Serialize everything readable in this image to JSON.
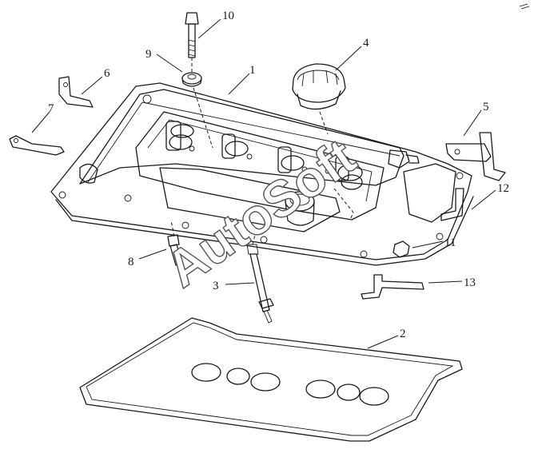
{
  "diagram": {
    "callouts": [
      {
        "id": "callout-1",
        "label": "1"
      },
      {
        "id": "callout-2",
        "label": "2"
      },
      {
        "id": "callout-3",
        "label": "3"
      },
      {
        "id": "callout-4",
        "label": "4"
      },
      {
        "id": "callout-5",
        "label": "5"
      },
      {
        "id": "callout-6",
        "label": "6"
      },
      {
        "id": "callout-7",
        "label": "7"
      },
      {
        "id": "callout-8",
        "label": "8"
      },
      {
        "id": "callout-9",
        "label": "9"
      },
      {
        "id": "callout-10",
        "label": "10"
      },
      {
        "id": "callout-11",
        "label": "11"
      },
      {
        "id": "callout-12",
        "label": "12"
      },
      {
        "id": "callout-13",
        "label": "13"
      }
    ],
    "watermark": "AutoSoft"
  }
}
